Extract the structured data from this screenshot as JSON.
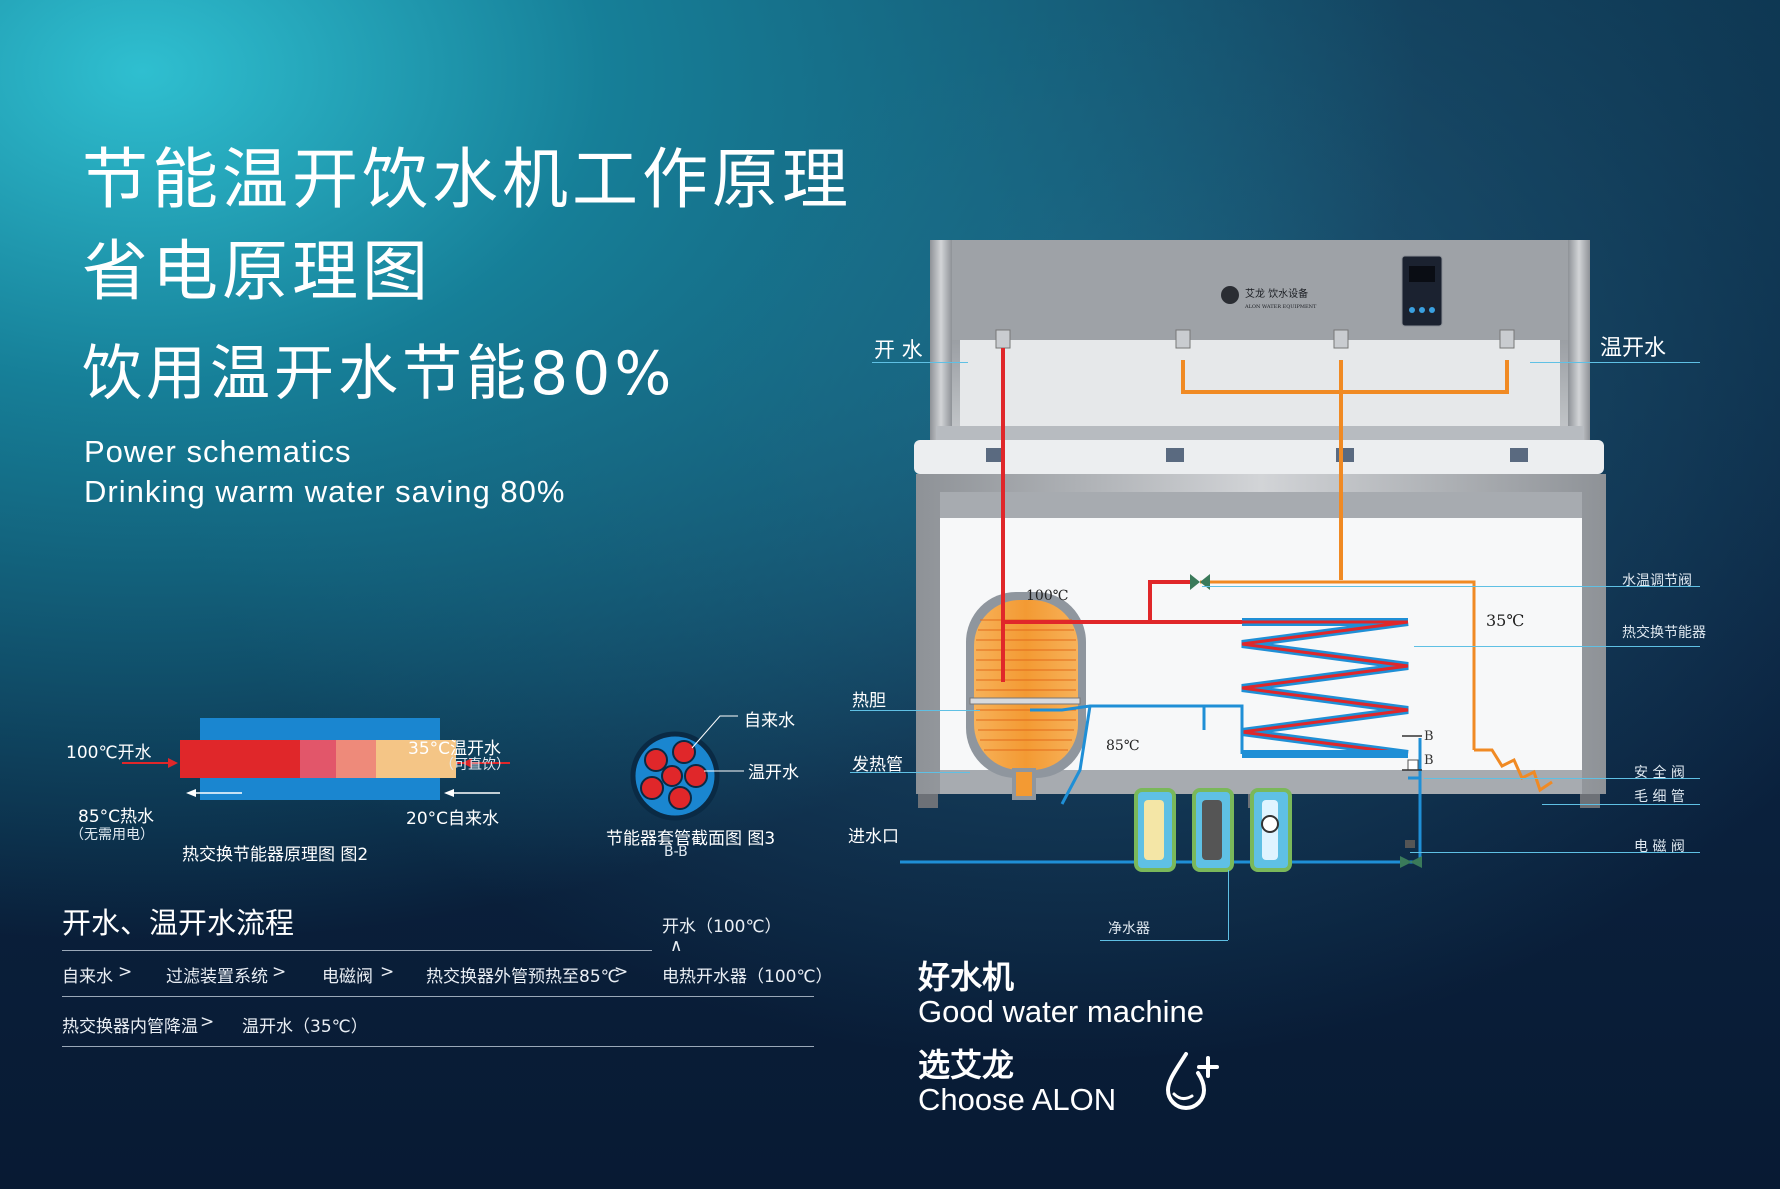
{
  "heading": {
    "line1": "节能温开饮水机工作原理",
    "line2": "省电原理图",
    "line3": "饮用温开水节能80%",
    "en1": "Power schematics",
    "en2": "Drinking warm water saving 80%"
  },
  "fig2": {
    "label_100": "100℃开水",
    "label_35": "35°C温开水",
    "label_35_note": "（可直饮）",
    "label_85": "85°C热水",
    "label_85_note": "（无需用电）",
    "label_20": "20°C自来水",
    "caption": "热交换节能器原理图 图2"
  },
  "fig3": {
    "label_tap": "自来水",
    "label_warm": "温开水",
    "caption": "节能器套管截面图 图3",
    "sub": "B-B"
  },
  "flow": {
    "title": "开水、温开水流程",
    "top": "开水（100℃）",
    "up": "∧",
    "row1": [
      "自来水",
      "过滤装置系统",
      "电磁阀",
      "热交换器外管预热至85℃",
      "电热开水器（100℃）"
    ],
    "row2": [
      "热交换器内管降温",
      "温开水（35℃）"
    ],
    "arrow": ">"
  },
  "machine": {
    "brand": "艾龙 饮水设备",
    "brand_en": "ALON WATER EQUIPMENT",
    "temp_100": "100℃",
    "temp_85": "85℃",
    "temp_35": "35℃",
    "b_top": "B",
    "b_bottom": "B",
    "labels": {
      "boiling": "开 水",
      "warm": "温开水",
      "temp_valve": "水温调节阀",
      "heat_exchanger": "热交换节能器",
      "tank": "热胆",
      "heater": "发热管",
      "inlet": "进水口",
      "safety_valve": "安 全 阀",
      "capillary": "毛 细 管",
      "solenoid": "电 磁 阀",
      "purifier": "净水器"
    }
  },
  "slogan": {
    "cn1": "好水机",
    "en1": "Good water machine",
    "cn2": "选艾龙",
    "en2": "Choose ALON"
  },
  "colors": {
    "hot": "#e0272a",
    "warm": "#f08a24",
    "cold": "#1f8fd6",
    "leader": "#5fc0e4"
  }
}
